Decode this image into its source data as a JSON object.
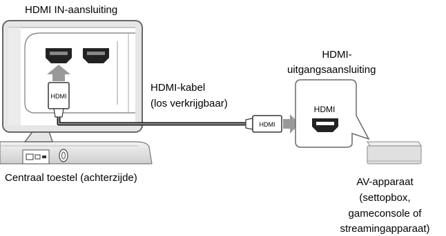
{
  "labels": {
    "hdmi_in": "HDMI IN-aansluiting",
    "hdmi_out_line1": "HDMI-",
    "hdmi_out_line2": "uitgangsaansluiting",
    "cable_line1": "HDMI-kabel",
    "cable_line2": "(los verkrijgbaar)",
    "main_unit": "Centraal toestel (achterzijde)",
    "av_line1": "AV-apparaat",
    "av_line2": "(settopbox,",
    "av_line3": "gameconsole of",
    "av_line4": "streamingapparaat)"
  },
  "plug_labels": {
    "left_plug": "HDMI",
    "right_plug": "HDMI",
    "av_port": "HDMI"
  },
  "colors": {
    "panel_border": "#666666",
    "panel_fill": "#e6e6e6",
    "arrow": "#999999",
    "cable": "#1a1a1a"
  }
}
